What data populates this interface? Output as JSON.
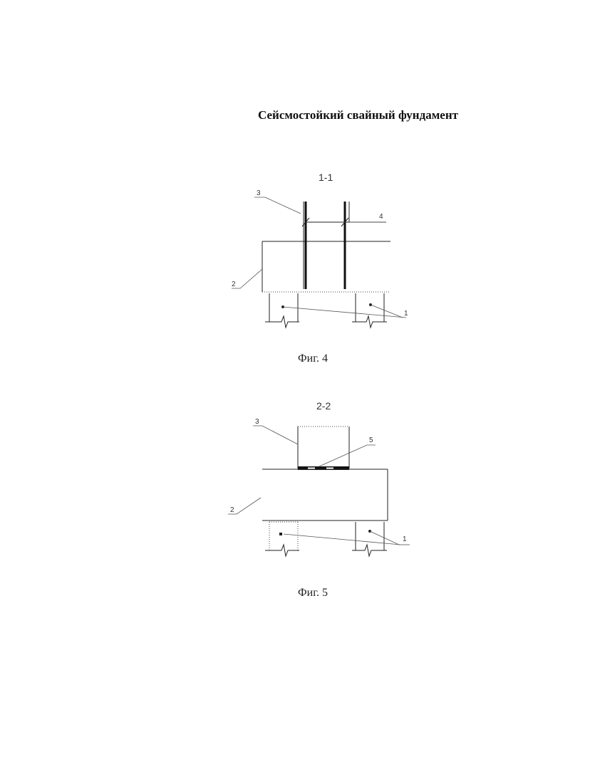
{
  "title": "Сейсмостойкий свайный фундамент",
  "figures": [
    {
      "section": "1-1",
      "caption": "Фиг. 4",
      "callouts": [
        "3",
        "4",
        "2",
        "1"
      ]
    },
    {
      "section": "2-2",
      "caption": "Фиг. 5",
      "callouts": [
        "3",
        "5",
        "2",
        "1"
      ]
    }
  ]
}
